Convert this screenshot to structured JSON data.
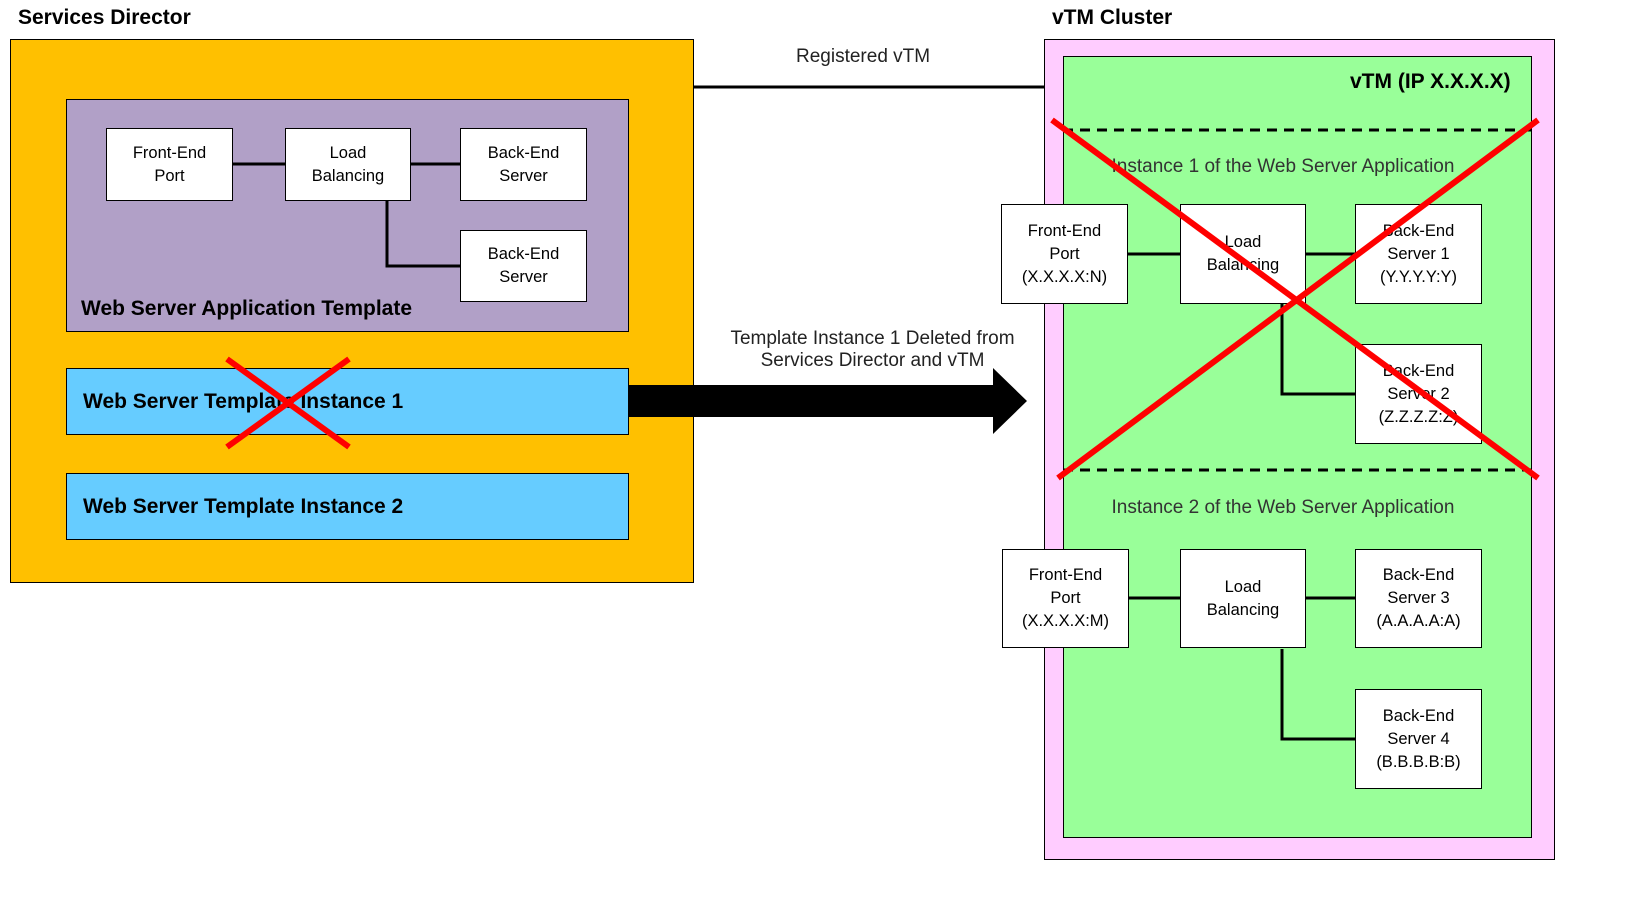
{
  "services_director": {
    "title": "Services Director",
    "template": {
      "title": "Web Server Application Template",
      "front_end": "Front-End\nPort",
      "load_balancing": "Load\nBalancing",
      "back_end_1": "Back-End\nServer",
      "back_end_2": "Back-End\nServer"
    },
    "instance_1": "Web Server Template Instance 1",
    "instance_2": "Web Server Template Instance 2"
  },
  "connector": {
    "registered_label": "Registered vTM",
    "deleted_label": "Template Instance 1 Deleted from\nServices Director and vTM"
  },
  "vtm_cluster": {
    "title": "vTM Cluster",
    "vtm_title": "vTM (IP X.X.X.X)",
    "instance_1": {
      "heading": "Instance 1 of the Web Server Application",
      "front_end": "Front-End\nPort\n(X.X.X.X:N)",
      "load_balancing": "Load\nBalancing",
      "back_end_1": "Back-End\nServer 1\n(Y.Y.Y.Y:Y)",
      "back_end_2": "Back-End\nServer 2\n(Z.Z.Z.Z:Z)"
    },
    "instance_2": {
      "heading": "Instance 2 of the Web Server Application",
      "front_end": "Front-End\nPort\n(X.X.X.X:M)",
      "load_balancing": "Load\nBalancing",
      "back_end_3": "Back-End\nServer 3\n(A.A.A.A:A)",
      "back_end_4": "Back-End\nServer 4\n(B.B.B.B:B)"
    }
  },
  "colors": {
    "services_director_bg": "#ffc000",
    "template_bg": "#b1a0c7",
    "instance_bar_bg": "#66ccff",
    "cluster_bg": "#ffccff",
    "vtm_bg": "#99ff99",
    "delete_mark": "#ff0000"
  }
}
